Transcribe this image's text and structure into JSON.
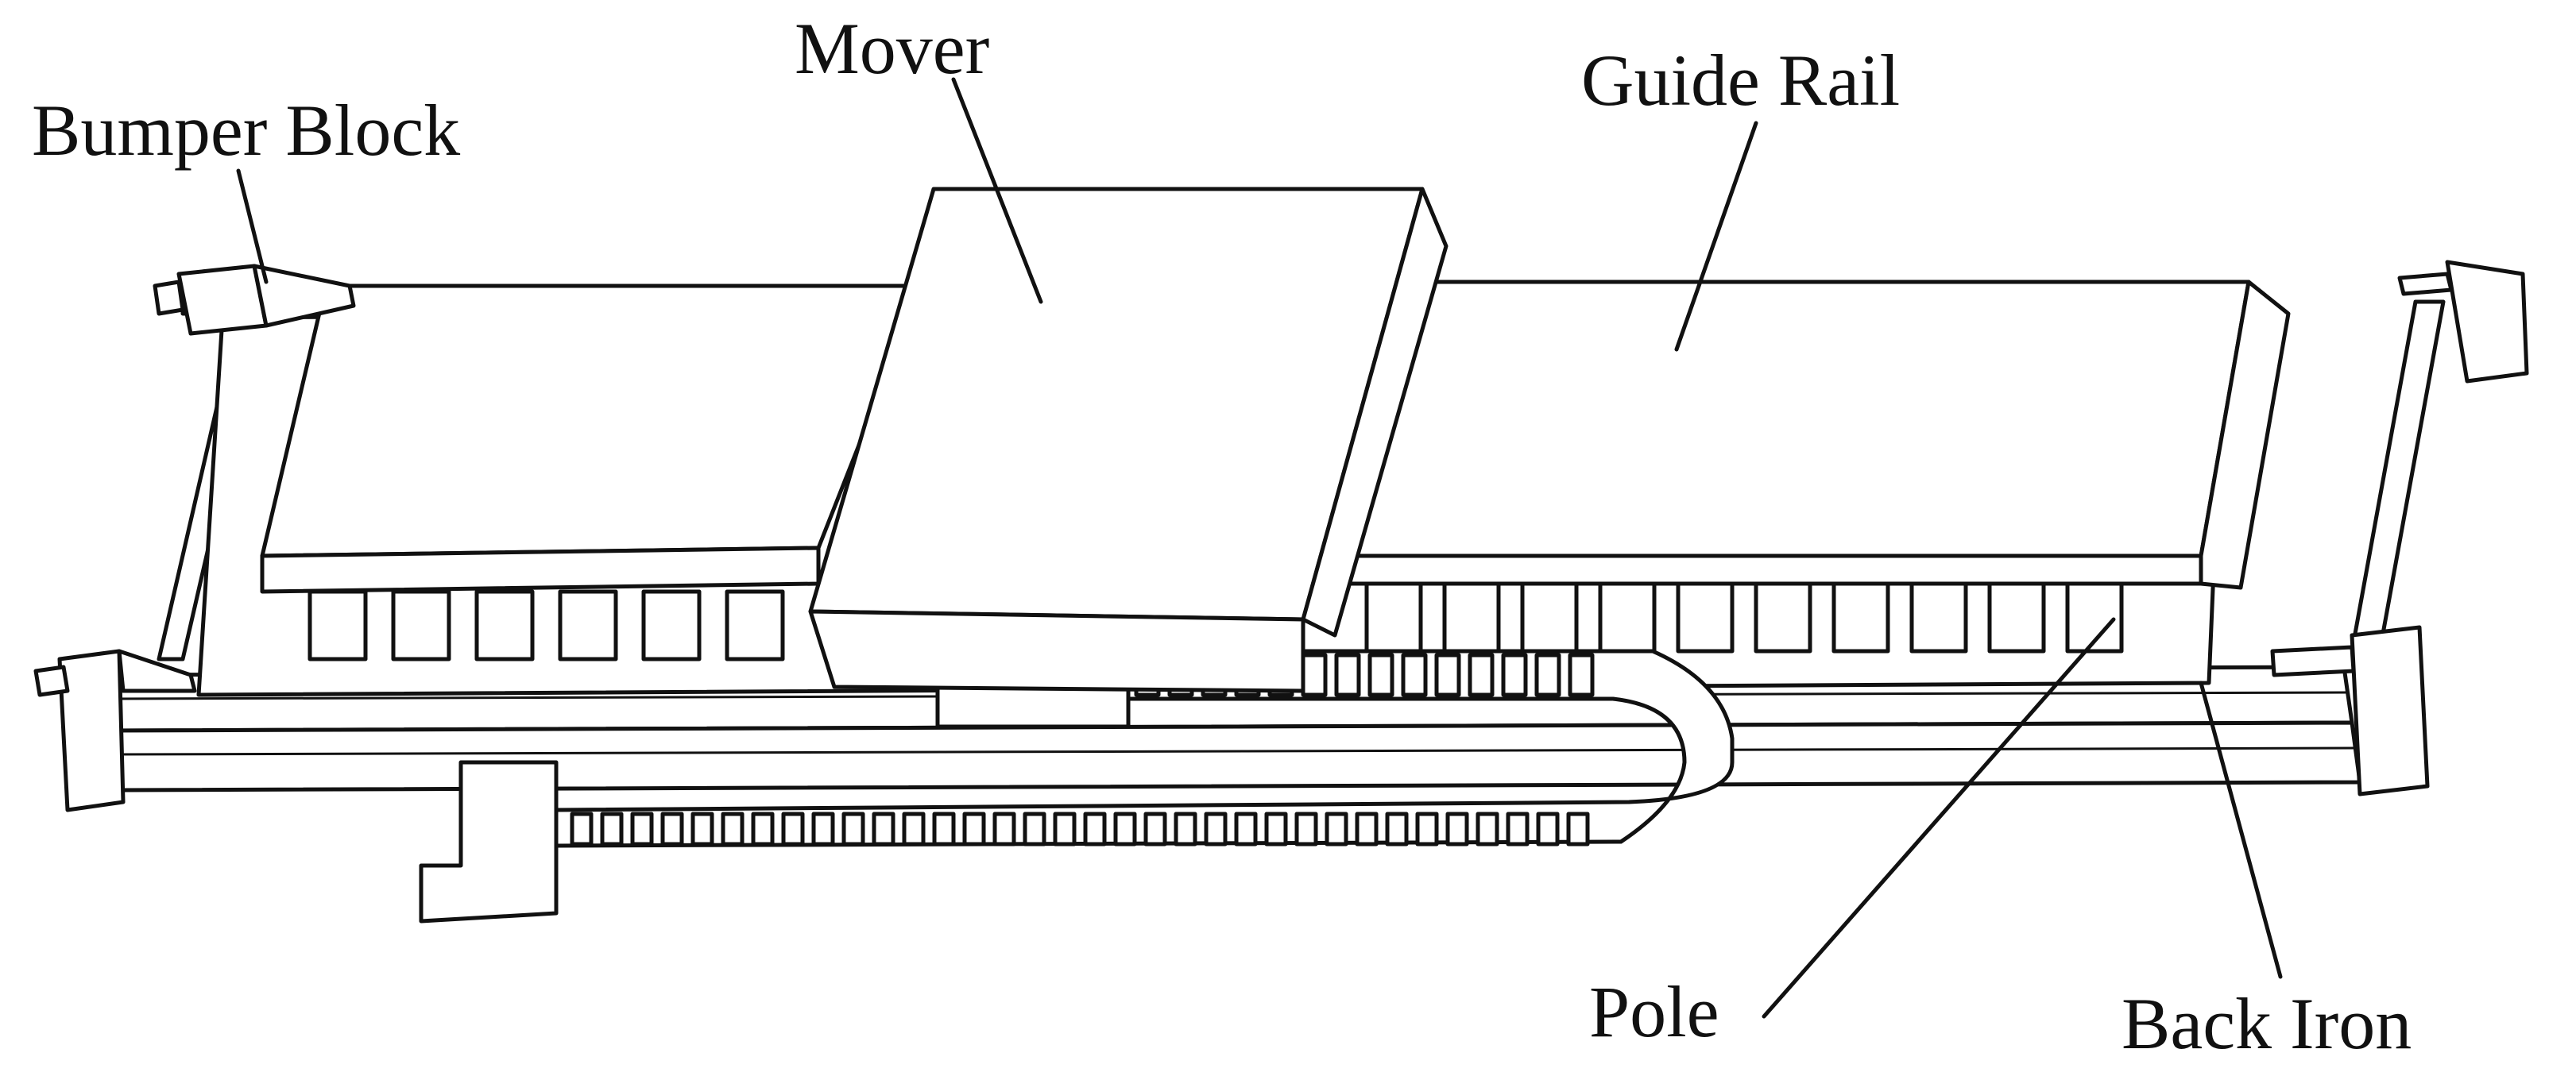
{
  "labels": {
    "bumper_block": "Bumper Block",
    "mover": "Mover",
    "guide_rail": "Guide Rail",
    "pole": "Pole",
    "back_iron": "Back Iron"
  },
  "colors": {
    "line": "#111111",
    "background": "#ffffff"
  }
}
